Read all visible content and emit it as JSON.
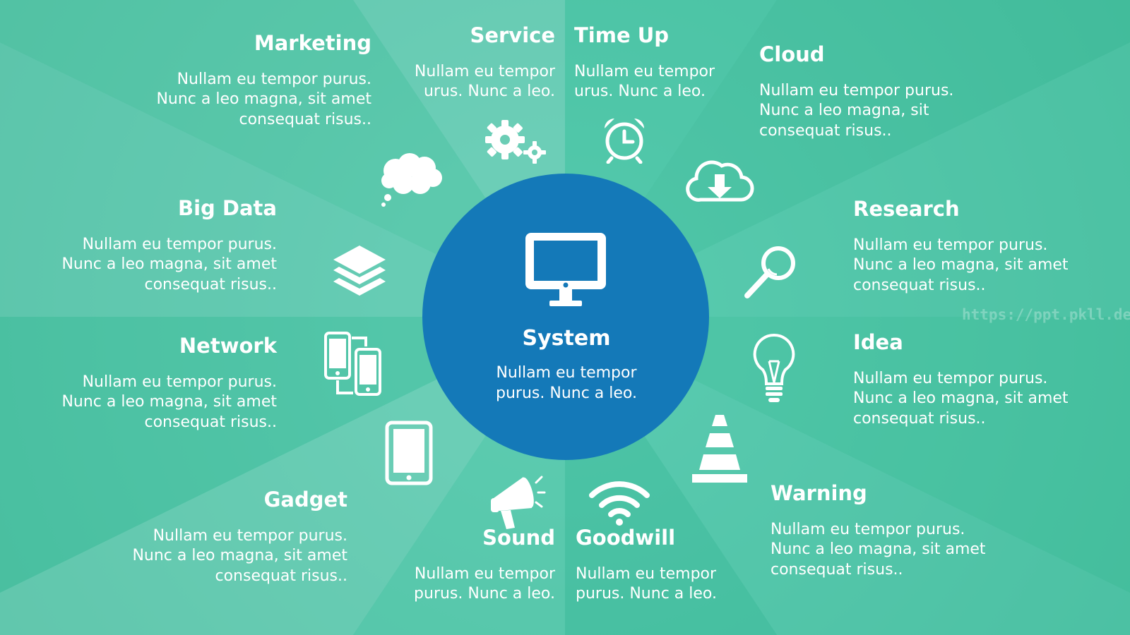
{
  "center": {
    "title": "System",
    "body": "Nullam eu tempor\npurus. Nunc a leo."
  },
  "segments": {
    "marketing": {
      "title": "Marketing",
      "body": "Nullam eu tempor purus.\nNunc a leo magna, sit amet\nconsequat risus.."
    },
    "service": {
      "title": "Service",
      "body": "Nullam eu tempor\nurus. Nunc a leo."
    },
    "time_up": {
      "title": "Time Up",
      "body": "Nullam eu tempor\nurus. Nunc a leo."
    },
    "cloud": {
      "title": "Cloud",
      "body": "Nullam eu tempor purus.\nNunc a leo magna, sit\nconsequat risus.."
    },
    "big_data": {
      "title": "Big Data",
      "body": "Nullam eu tempor purus.\nNunc a leo magna, sit amet\nconsequat risus.."
    },
    "research": {
      "title": "Research",
      "body": "Nullam eu tempor purus.\nNunc a leo magna, sit amet\nconsequat risus.."
    },
    "network": {
      "title": "Network",
      "body": "Nullam eu tempor purus.\nNunc a leo magna, sit amet\nconsequat risus.."
    },
    "idea": {
      "title": "Idea",
      "body": "Nullam eu tempor purus.\nNunc a leo magna, sit amet\nconsequat risus.."
    },
    "gadget": {
      "title": "Gadget",
      "body": "Nullam eu tempor purus.\nNunc a leo magna, sit amet\nconsequat risus.."
    },
    "warning": {
      "title": "Warning",
      "body": "Nullam eu tempor purus.\nNunc a leo magna, sit amet\nconsequat risus.."
    },
    "sound": {
      "title": "Sound",
      "body": "Nullam eu tempor\npurus. Nunc a leo."
    },
    "goodwill": {
      "title": "Goodwill",
      "body": "Nullam eu tempor\npurus. Nunc a leo."
    }
  },
  "watermark": "https://ppt.pkll.de",
  "colors": {
    "background": "#4fc2a6",
    "center_circle": "#1479b8",
    "text": "#ffffff"
  }
}
